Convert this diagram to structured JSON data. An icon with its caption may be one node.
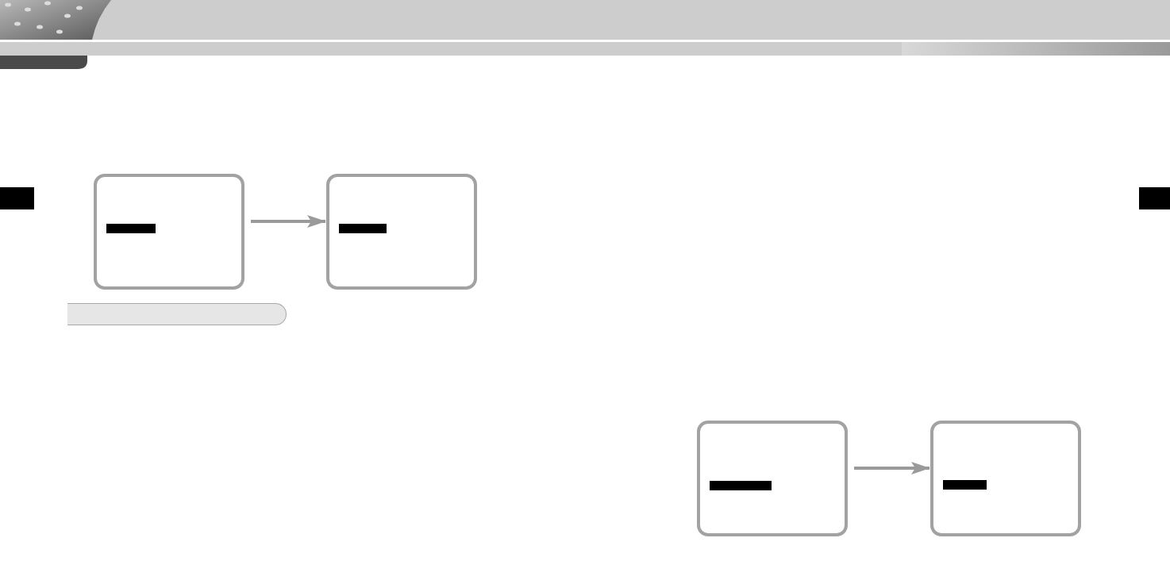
{
  "diagram": {
    "nodes": [
      {
        "text": [],
        "shape": "box"
      },
      {
        "text": [],
        "shape": "box"
      },
      {
        "text": [],
        "shape": "bar"
      },
      {
        "text": [],
        "shape": "box"
      },
      {
        "text": [],
        "shape": "box"
      }
    ],
    "edges": [
      {
        "from": 0,
        "to": 1,
        "arrow": "to"
      },
      {
        "from": 3,
        "to": 4,
        "arrow": "to"
      }
    ]
  }
}
